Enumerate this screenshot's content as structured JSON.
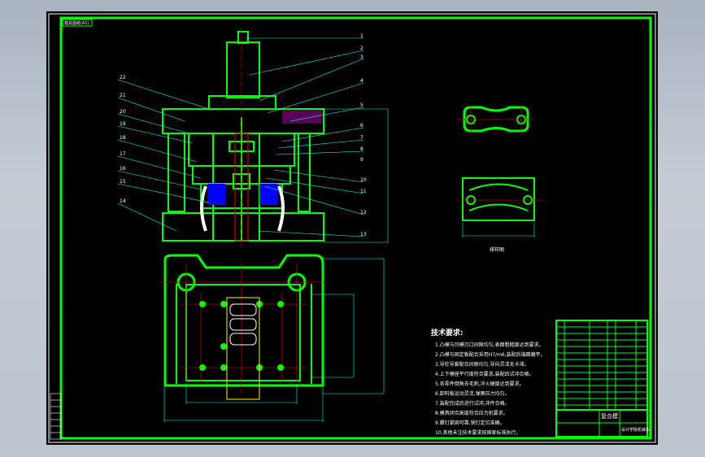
{
  "drawing": {
    "corner_stamp": "模具图纸(A1)",
    "blank_label": "排样图",
    "tech_title": "技术要求:",
    "tech_lines": [
      "1.凸模与凹模刃口间隙均匀,表面粗糙度达到要求。",
      "2.凸模与固定板配合采用H7/m6,装配后端面磨平。",
      "3.导柱导套配合间隙均匀,导向灵活无卡滞。",
      "4.上下模座平行度符合要求,装配后试冲合格。",
      "5.各零件倒角去毛刺,淬火硬度达到要求。",
      "6.卸料板运动灵活,弹簧压力均匀。",
      "7.装配完成后进行试冲,冲件合格。",
      "8.模具闭合高度符合压力机要求。",
      "9.螺钉紧固可靠,销钉定位准确。",
      "10.其他未注技术要求按国家标准执行。"
    ],
    "part_numbers_right": [
      "1",
      "2",
      "3",
      "4",
      "5",
      "6",
      "7",
      "8",
      "9",
      "10",
      "11",
      "12",
      "13"
    ],
    "part_numbers_left": [
      "22",
      "21",
      "20",
      "19",
      "18",
      "17",
      "16",
      "15",
      "14"
    ],
    "title_block_name": "复合模",
    "title_block_org": "设计学院机械系"
  },
  "colors": {
    "background": "#000000",
    "part_outline": "#00ff00",
    "dimension": "#00ffff",
    "centerline": "#ff0000",
    "insert": "#0000ff",
    "strip": "#ffff00",
    "text": "#ffffff",
    "hatching": "#ff00ff"
  }
}
